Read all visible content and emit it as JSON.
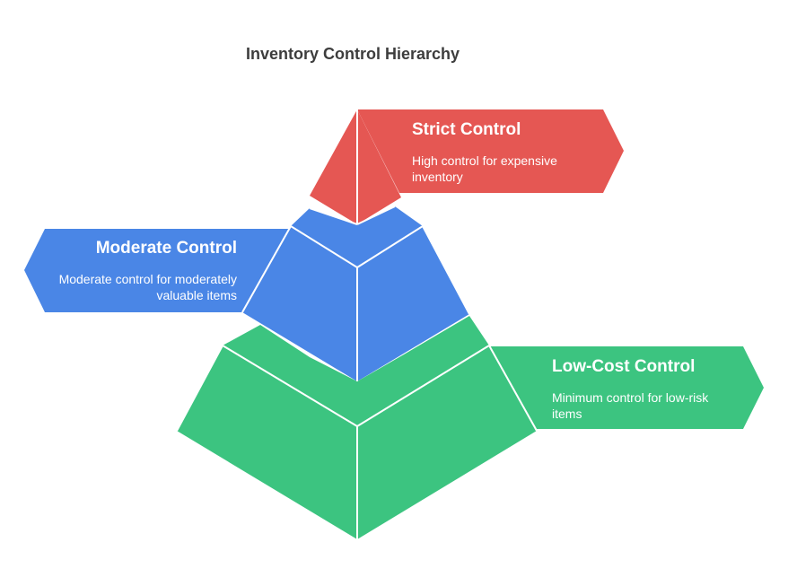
{
  "title": "Inventory Control Hierarchy",
  "colors": {
    "strict": "#e55753",
    "moderate": "#4a86e6",
    "low_cost": "#3cc480",
    "divider": "#ffffff",
    "title_text": "#3d3d3d"
  },
  "levels": [
    {
      "name": "Strict Control",
      "description": "High control for expensive inventory"
    },
    {
      "name": "Moderate Control",
      "description": "Moderate control for moderately valuable items"
    },
    {
      "name": "Low-Cost Control",
      "description": "Minimum control for low-risk items"
    }
  ]
}
